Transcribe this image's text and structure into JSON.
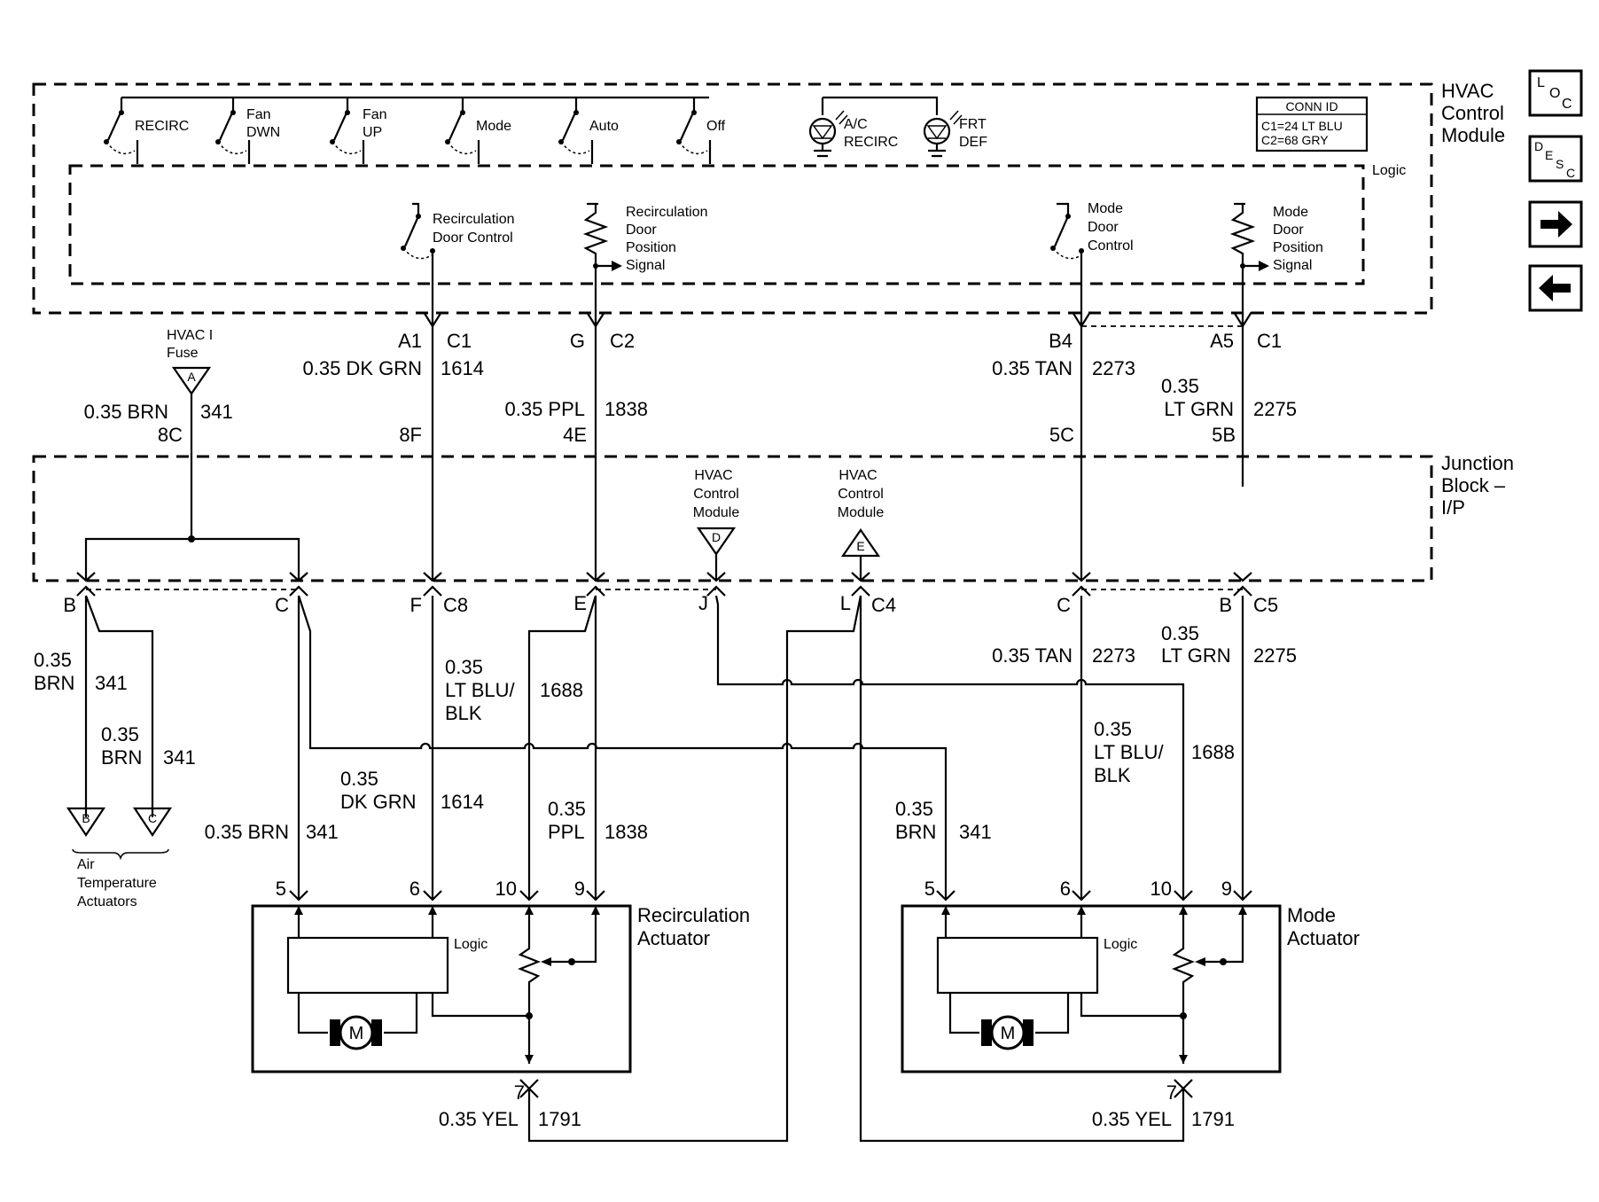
{
  "hvac_module": {
    "title_line1": "HVAC",
    "title_line2": "Control",
    "title_line3": "Module",
    "logic_label": "Logic",
    "switches": [
      "RECIRC",
      "Fan",
      "DWN",
      "Fan",
      "UP",
      "Mode",
      "Auto",
      "Off"
    ],
    "leds": [
      "A/C",
      "RECIRC",
      "FRT",
      "DEF"
    ],
    "conn_id": {
      "title": "CONN ID",
      "line1": "C1=24 LT BLU",
      "line2": "C2=68 GRY"
    },
    "recirc_door_control": [
      "Recirculation",
      "Door Control"
    ],
    "recirc_door_signal": [
      "Recirculation",
      "Door",
      "Position",
      "Signal"
    ],
    "mode_door_control": [
      "Mode",
      "Door",
      "Control"
    ],
    "mode_door_signal": [
      "Mode",
      "Door",
      "Position",
      "Signal"
    ]
  },
  "nav_buttons": {
    "loc": [
      "L",
      "O",
      "C"
    ],
    "desc": [
      "D",
      "E",
      "S",
      "C"
    ]
  },
  "upper_wires": {
    "fuse": [
      "HVAC I",
      "Fuse",
      "A"
    ],
    "brn": [
      "0.35 BRN",
      "341",
      "8C"
    ],
    "a1": [
      "A1",
      "C1",
      "0.35 DK GRN",
      "1614",
      "8F"
    ],
    "g": [
      "G",
      "C2",
      "0.35 PPL",
      "1838",
      "4E"
    ],
    "b4": [
      "B4",
      "0.35 TAN",
      "2273",
      "5C"
    ],
    "a5": [
      "A5",
      "C1",
      "0.35",
      "LT GRN",
      "2275",
      "5B"
    ]
  },
  "junction_block": {
    "title": [
      "Junction",
      "Block –",
      "I/P"
    ],
    "d_ref": [
      "HVAC",
      "Control",
      "Module",
      "D"
    ],
    "e_ref": [
      "HVAC",
      "Control",
      "Module",
      "E"
    ]
  },
  "lower_pins": {
    "b": "B",
    "c": "C",
    "f": "F",
    "c8": "C8",
    "e": "E",
    "j": "J",
    "l": "L",
    "c4": "C4",
    "c2": "C",
    "b2": "B",
    "c5": "C5"
  },
  "lower_wires": {
    "brn1": [
      "0.35",
      "BRN",
      "341"
    ],
    "brn2": [
      "0.35",
      "BRN",
      "341"
    ],
    "at_b": "B",
    "at_c": "C",
    "air_temp": [
      "Air",
      "Temperature",
      "Actuators"
    ],
    "brn3": [
      "0.35 BRN",
      "341"
    ],
    "dkgrn": [
      "0.35",
      "DK GRN",
      "1614"
    ],
    "ltblu": [
      "0.35",
      "LT BLU/",
      "BLK",
      "1688"
    ],
    "ppl": [
      "0.35",
      "PPL",
      "1838"
    ],
    "tan": [
      "0.35 TAN",
      "2273"
    ],
    "ltgrn": [
      "0.35",
      "LT GRN",
      "2275"
    ],
    "ltblu2": [
      "0.35",
      "LT BLU/",
      "BLK",
      "1688"
    ],
    "brn4": [
      "0.35",
      "BRN",
      "341"
    ]
  },
  "recirc_actuator": {
    "title": [
      "Recirculation",
      "Actuator"
    ],
    "pins": [
      "5",
      "6",
      "10",
      "9",
      "7"
    ],
    "logic": "Logic",
    "motor": "M",
    "yel": [
      "0.35 YEL",
      "1791"
    ]
  },
  "mode_actuator": {
    "title": [
      "Mode",
      "Actuator"
    ],
    "pins": [
      "5",
      "6",
      "10",
      "9",
      "7"
    ],
    "logic": "Logic",
    "motor": "M",
    "yel": [
      "0.35 YEL",
      "1791"
    ]
  }
}
